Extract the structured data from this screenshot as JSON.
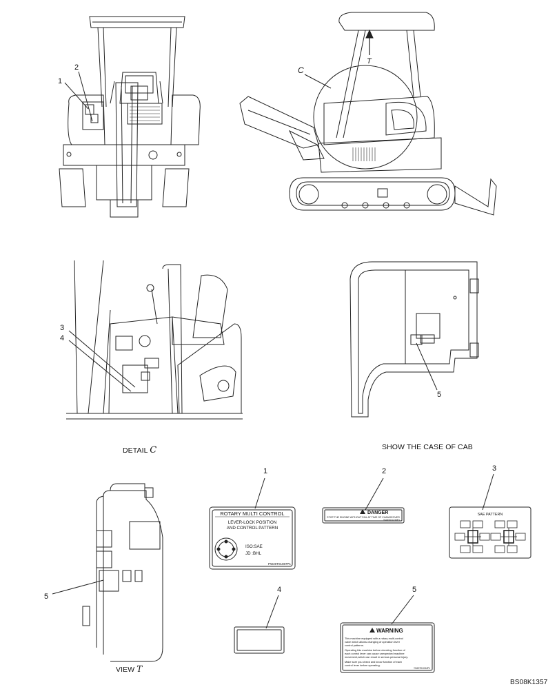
{
  "callouts": {
    "c1": "1",
    "c2": "2",
    "c3": "3",
    "c4": "4",
    "c5": "5",
    "c5b": "5",
    "d1": "1",
    "d2": "2",
    "d3": "3",
    "d4": "4",
    "d5": "5"
  },
  "views": {
    "detail_c_prefix": "DETAIL",
    "detail_c_mark": "C",
    "cab_caption": "SHOW THE CASE OF CAB",
    "view_t_prefix": "VIEW",
    "view_t_mark": "T",
    "side_c_mark": "C",
    "side_t_mark": "T"
  },
  "decals": {
    "decal1": {
      "title": "ROTARY MULTI CONTROL",
      "line1": "LEVER-LOCK POSITION",
      "line2": "AND CONTROL PATTERN",
      "opt1": "ISO:SAE",
      "opt2": "JD :BHL",
      "code": "PW20T01087P1"
    },
    "decal2": {
      "header": "DANGER",
      "text": "STOP THE ENGINE WITHOUT FAIL AT TIME OF CHANGEOVER",
      "code": "YN20T01233P1"
    },
    "decal3": {
      "title": "SAE PATTERN"
    },
    "decal5": {
      "header": "WARNING",
      "l1": "This machine equipped with a rotary multi-control",
      "l2": "valve which allows changing of operation lever",
      "l3": "control patterns.",
      "l4": "Operating this machine before checking function of",
      "l5": "each control lever can cause unexpected machine",
      "l6": "movement,which can result in serious personal injury.",
      "l7": "Make sure you check and know function of each",
      "l8": "control lever before operating.",
      "code": "YN20T01034P1"
    }
  },
  "drawing_id": "BS08K1357"
}
